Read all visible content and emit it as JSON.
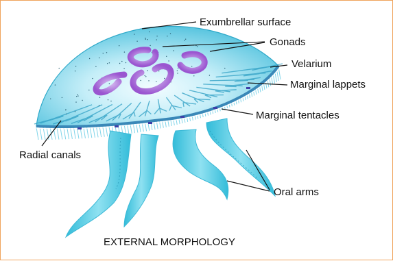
{
  "labels": {
    "exumbrellar": "Exumbrellar surface",
    "gonads": "Gonads",
    "velarium": "Velarium",
    "marginal_lappets": "Marginal lappets",
    "marginal_tentacles": "Marginal tentacles",
    "radial_canals": "Radial canals",
    "oral_arms": "Oral arms"
  },
  "caption": "EXTERNAL MORPHOLOGY",
  "colors": {
    "frame_border": "#f0a35a",
    "bell_edge": "#4fc3df",
    "bell_center": "#eefbff",
    "arm": "#45c8e2",
    "gonad": "#9b5ccf",
    "lappet_dot": "#3d3fa8"
  }
}
